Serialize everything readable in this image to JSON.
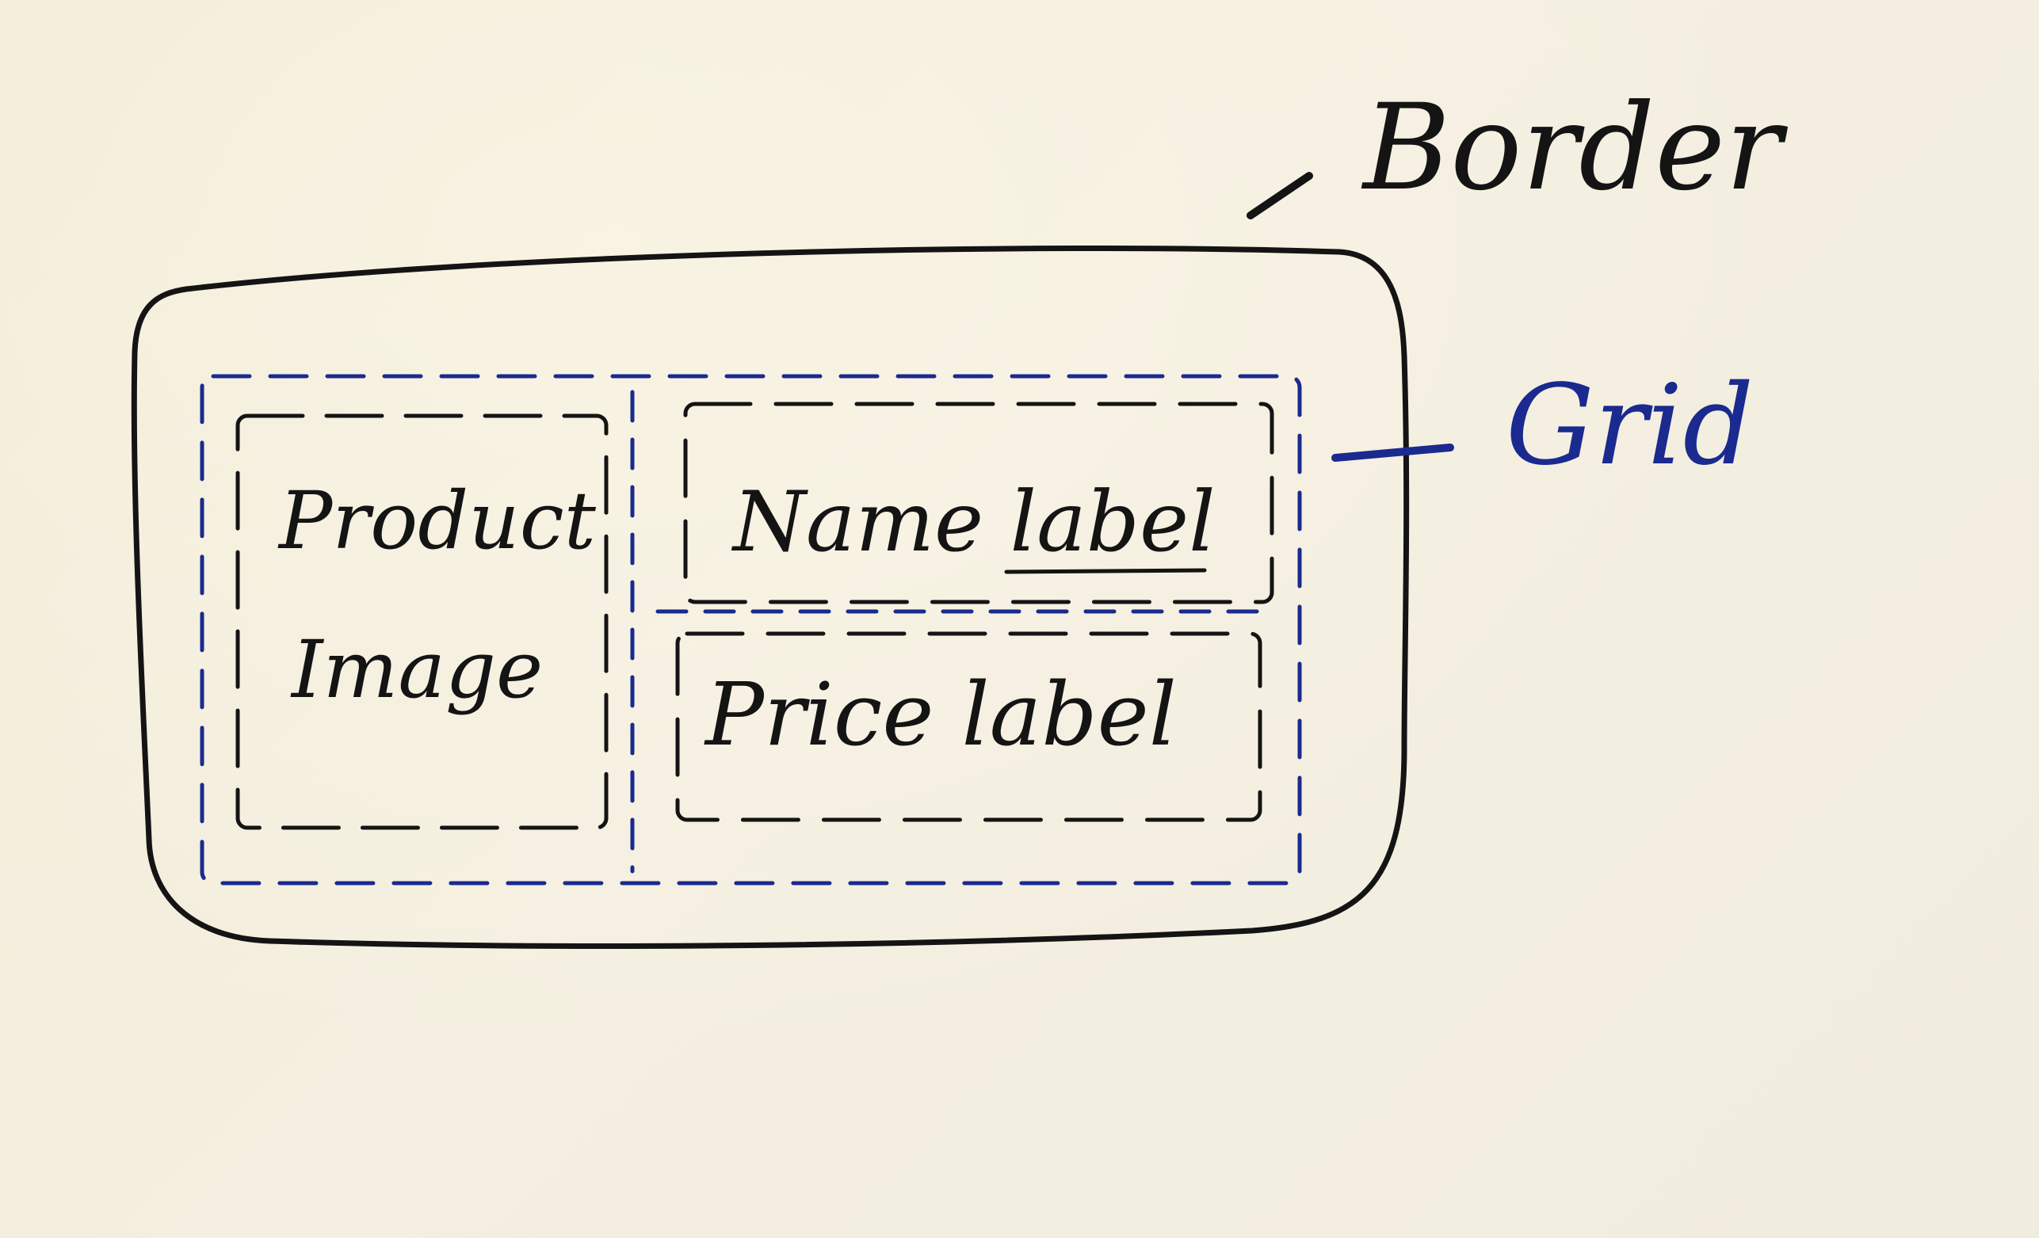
{
  "colors": {
    "paper": "#f2ecdc",
    "ink_black": "#141414",
    "ink_blue": "#1b2a8f"
  },
  "annotations": {
    "border": "Border",
    "grid": "Grid"
  },
  "cells": {
    "product_image_line1": "Product",
    "product_image_line2": "Image",
    "name_label": "Name label",
    "price_label": "Price label"
  }
}
